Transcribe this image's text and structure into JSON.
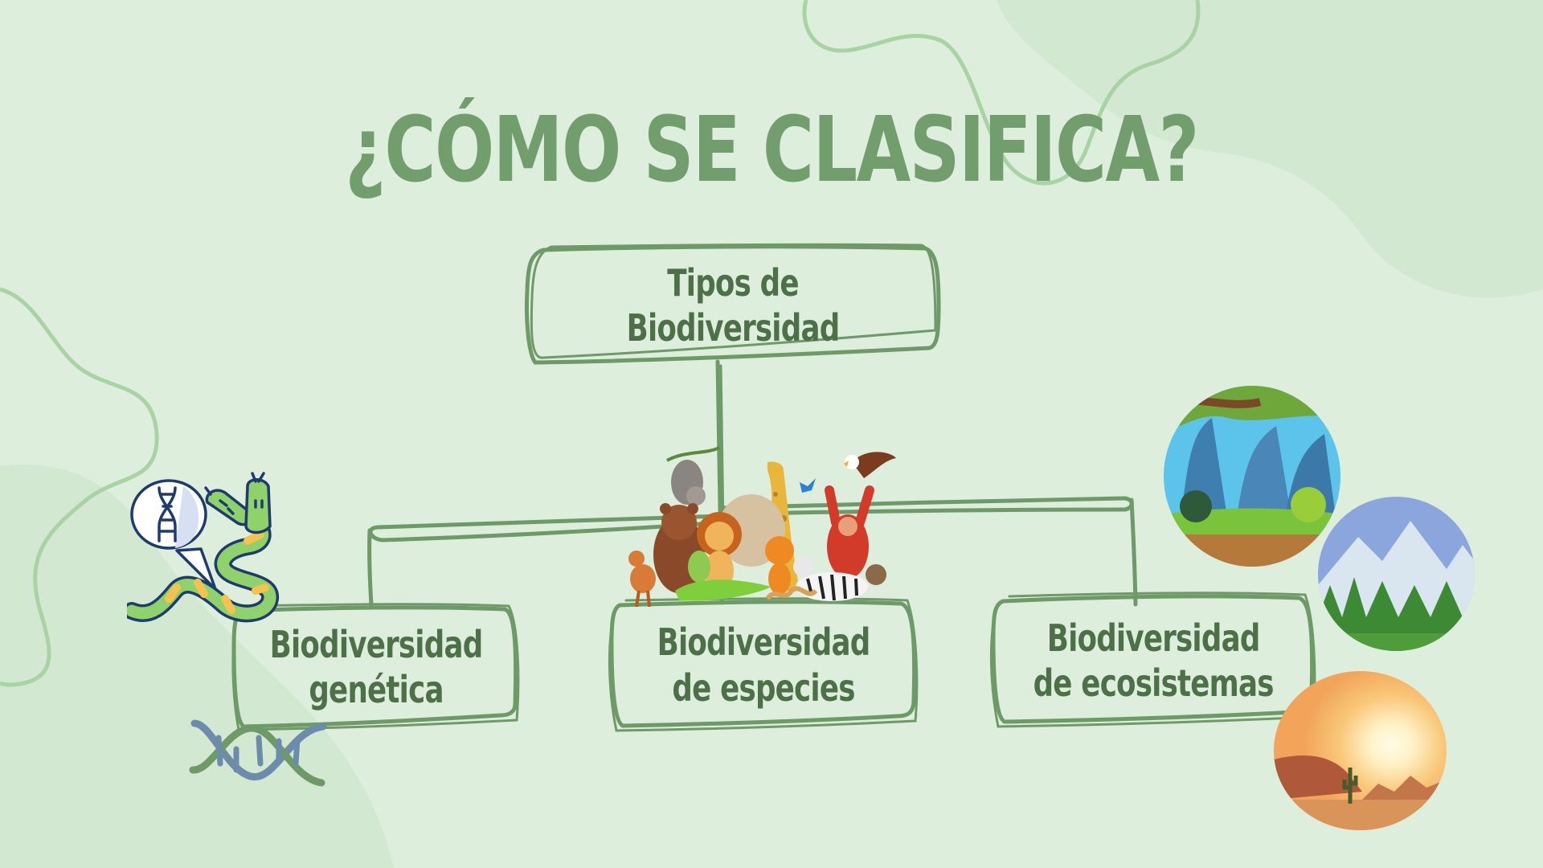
{
  "slide": {
    "title": "¿CÓMO SE CLASIFICA?",
    "root_node": {
      "line1": "Tipos de",
      "line2": "Biodiversidad"
    },
    "branches": [
      {
        "line1": "Biodiversidad",
        "line2": "genética",
        "illustration": "snake-dna-icon"
      },
      {
        "line1": "Biodiversidad",
        "line2": "de especies",
        "illustration": "animals-group-illustration"
      },
      {
        "line1": "Biodiversidad",
        "line2": "de ecosistemas",
        "illustration": "ecosystem-circles"
      }
    ],
    "ecosystem_images": [
      "jungle",
      "mountains",
      "desert"
    ]
  },
  "colors": {
    "background": "#ddeedc",
    "blob": "#d2e8d1",
    "title": "#719e6c",
    "node_text": "#4e7049",
    "connector": "#6e9a68",
    "deco_line": "#a8d4a3"
  }
}
